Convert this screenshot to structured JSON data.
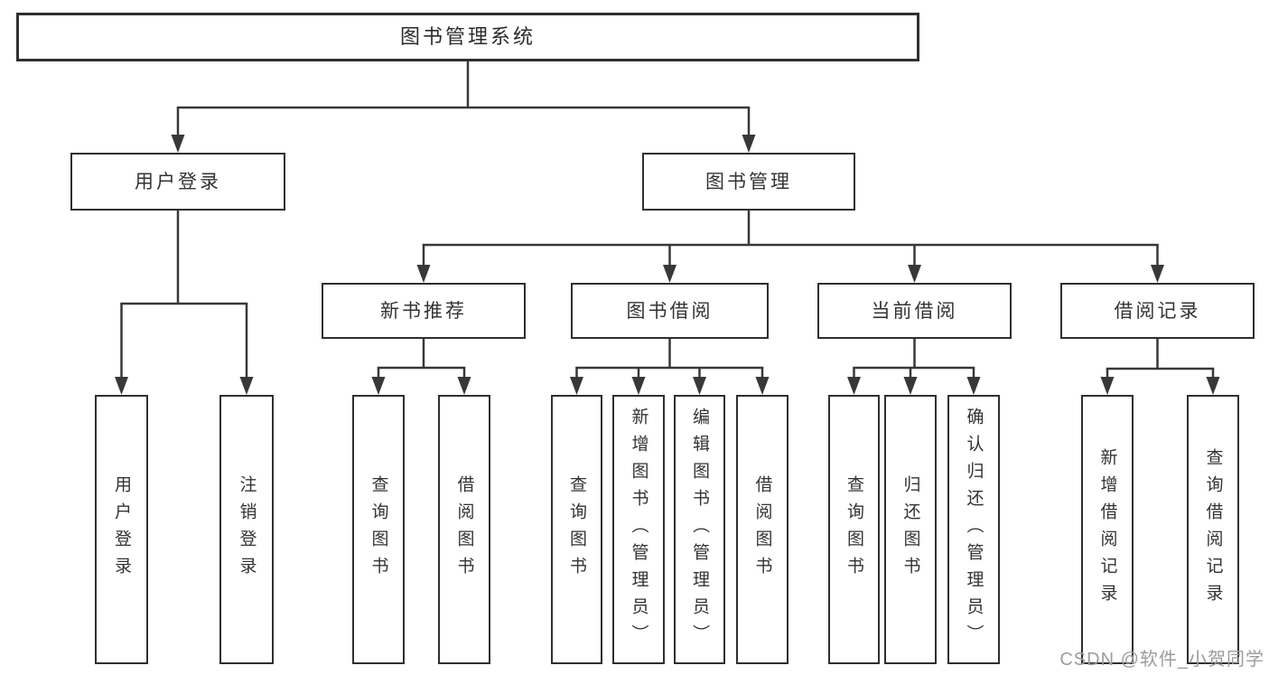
{
  "diagram": {
    "tree": {
      "label": "图书管理系统",
      "children": [
        {
          "label": "用户登录",
          "children": [
            {
              "label": "用户登录"
            },
            {
              "label": "注销登录"
            }
          ]
        },
        {
          "label": "图书管理",
          "children": [
            {
              "label": "新书推荐",
              "children": [
                {
                  "label": "查询图书"
                },
                {
                  "label": "借阅图书"
                }
              ]
            },
            {
              "label": "图书借阅",
              "children": [
                {
                  "label": "查询图书"
                },
                {
                  "label": "新增图书（管理员）"
                },
                {
                  "label": "编辑图书（管理员）"
                },
                {
                  "label": "借阅图书"
                }
              ]
            },
            {
              "label": "当前借阅",
              "children": [
                {
                  "label": "查询图书"
                },
                {
                  "label": "归还图书"
                },
                {
                  "label": "确认归还（管理员）"
                }
              ]
            },
            {
              "label": "借阅记录",
              "children": [
                {
                  "label": "新增借阅记录"
                },
                {
                  "label": "查询借阅记录"
                }
              ]
            }
          ]
        }
      ]
    }
  },
  "watermark": "CSDN @软件_小贺同学",
  "colors": {
    "line": "#383838",
    "border": "#2f2f2f",
    "text": "#333333",
    "watermark": "#9c9c9c",
    "background": "#ffffff"
  }
}
